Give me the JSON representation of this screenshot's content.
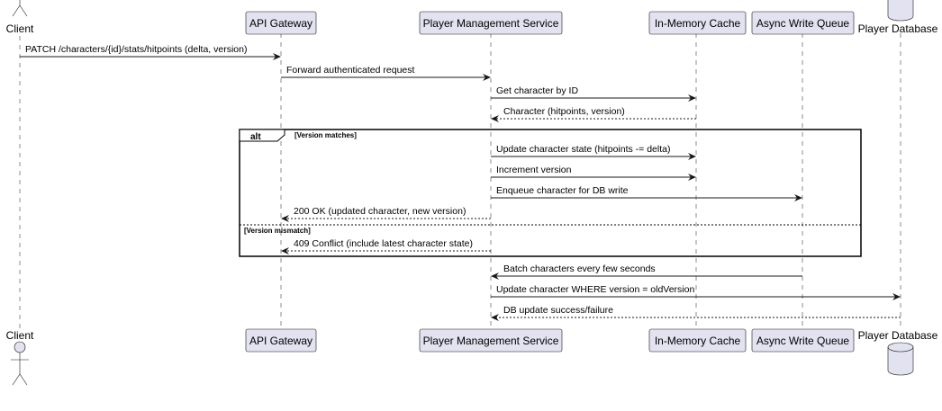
{
  "participants": [
    {
      "id": "client",
      "label": "Client",
      "kind": "actor"
    },
    {
      "id": "gateway",
      "label": "API Gateway",
      "kind": "box"
    },
    {
      "id": "pms",
      "label": "Player Management Service",
      "kind": "box"
    },
    {
      "id": "cache",
      "label": "In-Memory Cache",
      "kind": "box"
    },
    {
      "id": "queue",
      "label": "Async Write Queue",
      "kind": "box"
    },
    {
      "id": "db",
      "label": "Player Database",
      "kind": "database"
    }
  ],
  "messages": [
    {
      "from": "client",
      "to": "gateway",
      "label": "PATCH /characters/{id}/stats/hitpoints (delta, version)",
      "style": "solid"
    },
    {
      "from": "gateway",
      "to": "pms",
      "label": "Forward authenticated request",
      "style": "solid"
    },
    {
      "from": "pms",
      "to": "cache",
      "label": "Get character by ID",
      "style": "solid"
    },
    {
      "from": "cache",
      "to": "pms",
      "label": "Character (hitpoints, version)",
      "style": "dashed"
    },
    {
      "from": "pms",
      "to": "cache",
      "label": "Update character state (hitpoints -= delta)",
      "style": "solid"
    },
    {
      "from": "pms",
      "to": "cache",
      "label": "Increment version",
      "style": "solid"
    },
    {
      "from": "pms",
      "to": "queue",
      "label": "Enqueue character for DB write",
      "style": "solid"
    },
    {
      "from": "pms",
      "to": "gateway",
      "label": "200 OK (updated character, new version)",
      "style": "dashed"
    },
    {
      "from": "pms",
      "to": "gateway",
      "label": "409 Conflict (include latest character state)",
      "style": "dashed"
    },
    {
      "from": "queue",
      "to": "pms",
      "label": "Batch characters every few seconds",
      "style": "solid"
    },
    {
      "from": "pms",
      "to": "db",
      "label": "Update character WHERE version = oldVersion",
      "style": "solid"
    },
    {
      "from": "db",
      "to": "pms",
      "label": "DB update success/failure",
      "style": "dashed"
    }
  ],
  "alt_fragment": {
    "label": "alt",
    "guards": [
      "[Version matches]",
      "[Version mismatch]"
    ]
  }
}
